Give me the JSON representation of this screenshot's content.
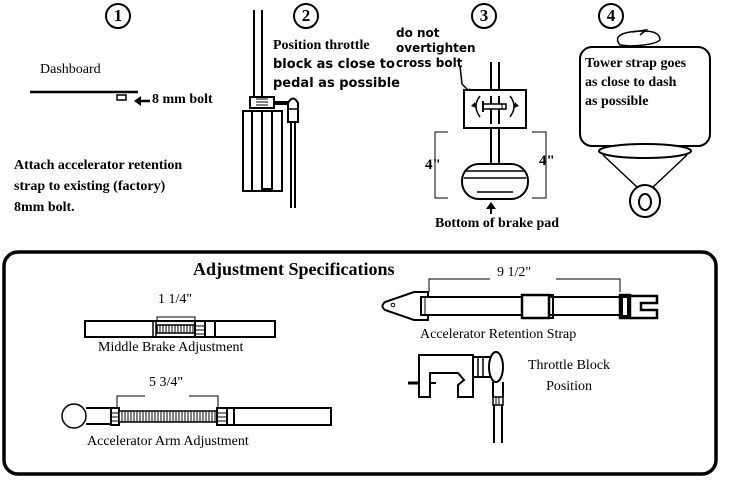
{
  "steps": [
    {
      "number": "1",
      "label_dashboard": "Dashboard",
      "label_bolt": "8 mm bolt",
      "instruction_lines": [
        "Attach accelerator retention",
        "strap to existing (factory)",
        "8mm bolt."
      ]
    },
    {
      "number": "2",
      "instruction_lines": [
        "Position throttle",
        "block  as close to",
        "pedal as possible"
      ]
    },
    {
      "number": "3",
      "warning_lines": [
        "do not",
        "overtighten",
        "cross bolt"
      ],
      "dimension_left": "4\"",
      "dimension_right": "4\"",
      "label_bottom": "Bottom of brake pad"
    },
    {
      "number": "4",
      "instruction_lines": [
        "Tower strap goes",
        "as close to dash",
        "as possible"
      ]
    }
  ],
  "specifications": {
    "title": "Adjustment Specifications",
    "middle_brake": {
      "dimension": "1 1/4\"",
      "label": "Middle Brake Adjustment"
    },
    "accelerator_arm": {
      "dimension": "5 3/4\"",
      "label": "Accelerator Arm Adjustment"
    },
    "retention_strap": {
      "dimension": "9 1/2\"",
      "label": "Accelerator Retention Strap"
    },
    "throttle_block": {
      "label_lines": [
        "Throttle Block",
        "Position"
      ]
    }
  }
}
